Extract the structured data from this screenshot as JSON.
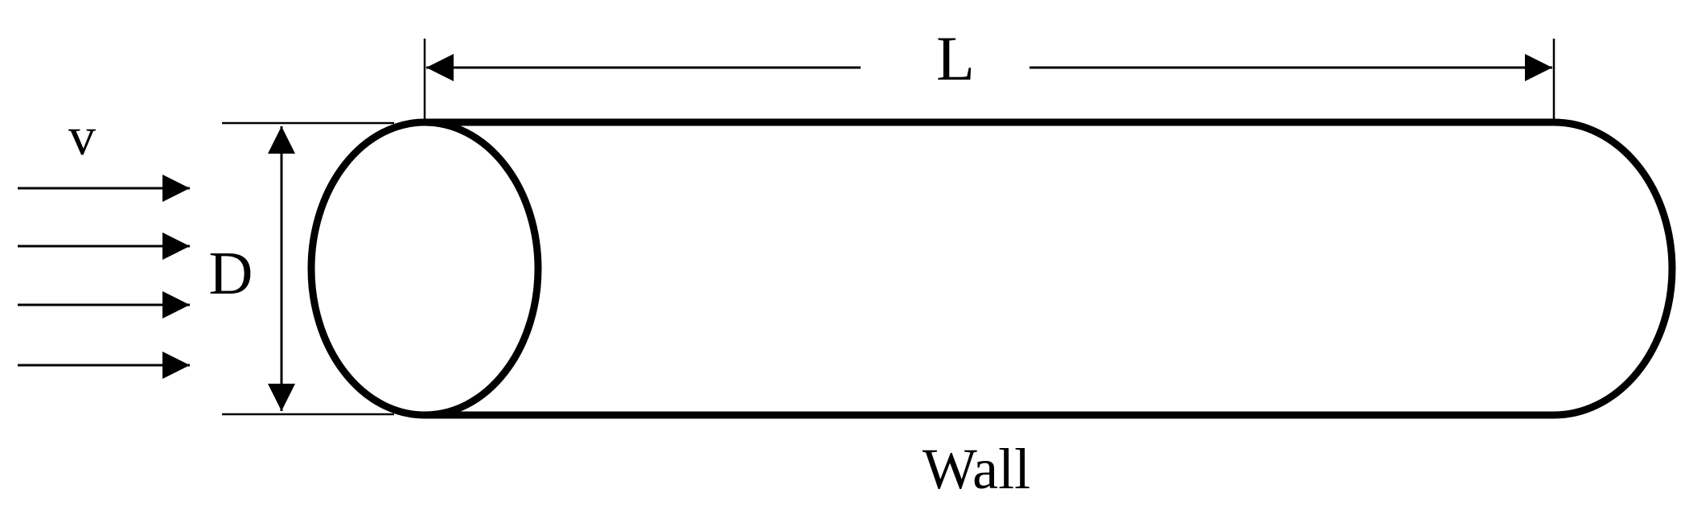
{
  "labels": {
    "length": "L",
    "velocity": "v",
    "diameter": "D",
    "wall": "Wall"
  },
  "diagram": {
    "inflow_arrow_count": 4,
    "stroke_color": "#000000",
    "background_color": "#ffffff"
  }
}
